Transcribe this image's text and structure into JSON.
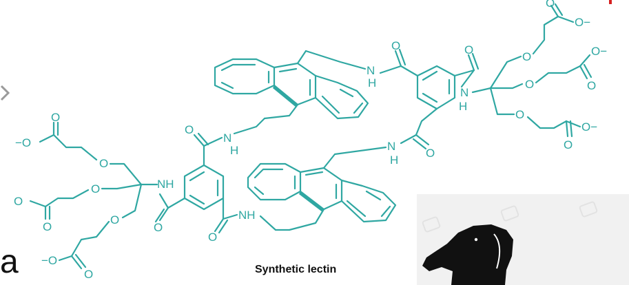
{
  "caption": "Synthetic lectin",
  "stray_text": "a",
  "atoms": {
    "oxygen": "O",
    "amine": "NH",
    "nitrogen": "N",
    "hydrogen": "H",
    "carboxylate": "O−",
    "carboxylate_left": "−O"
  },
  "colors": {
    "molecule": "#2fa7a2",
    "caption": "#111111"
  },
  "icons": {
    "dog": "dog-silhouette-icon",
    "chevron": "chevron-right-icon",
    "watermark": "stock-watermark-icon"
  }
}
